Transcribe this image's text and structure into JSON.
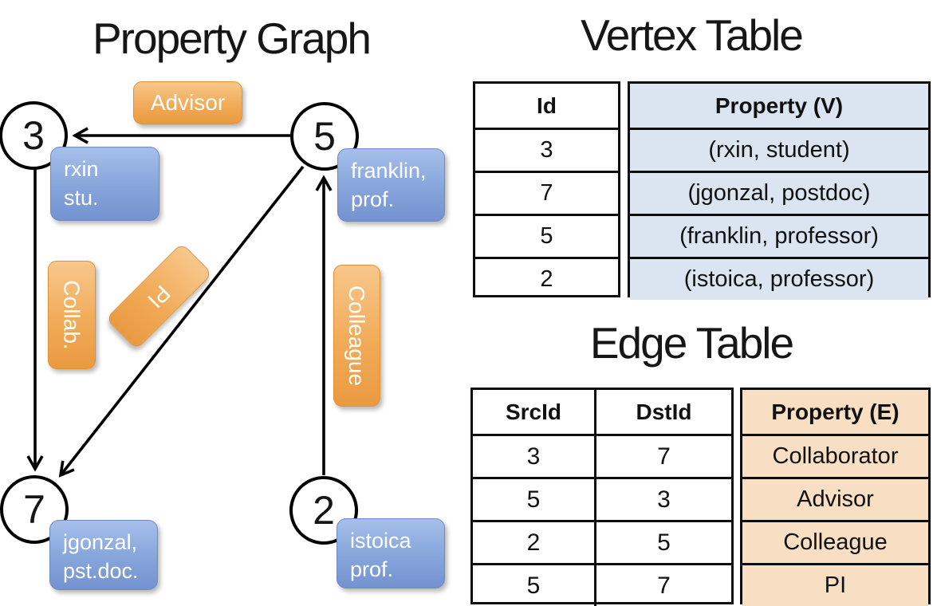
{
  "graph": {
    "title": "Property Graph",
    "nodes": [
      {
        "id": "3",
        "property_line1": "rxin",
        "property_line2": "stu."
      },
      {
        "id": "5",
        "property_line1": "franklin,",
        "property_line2": "prof."
      },
      {
        "id": "7",
        "property_line1": "jgonzal,",
        "property_line2": "pst.doc."
      },
      {
        "id": "2",
        "property_line1": "istoica",
        "property_line2": "prof."
      }
    ],
    "edges": [
      {
        "src": "5",
        "dst": "3",
        "label": "Advisor"
      },
      {
        "src": "3",
        "dst": "7",
        "label": "Collab."
      },
      {
        "src": "5",
        "dst": "7",
        "label": "PI"
      },
      {
        "src": "2",
        "dst": "5",
        "label": "Colleague"
      }
    ]
  },
  "vertex_table": {
    "title": "Vertex Table",
    "headers": {
      "id": "Id",
      "property": "Property (V)"
    },
    "rows": [
      {
        "id": "3",
        "property": "(rxin, student)"
      },
      {
        "id": "7",
        "property": "(jgonzal, postdoc)"
      },
      {
        "id": "5",
        "property": "(franklin, professor)"
      },
      {
        "id": "2",
        "property": "(istoica, professor)"
      }
    ]
  },
  "edge_table": {
    "title": "Edge Table",
    "headers": {
      "src": "SrcId",
      "dst": "DstId",
      "property": "Property (E)"
    },
    "rows": [
      {
        "src": "3",
        "dst": "7",
        "property": "Collaborator"
      },
      {
        "src": "5",
        "dst": "3",
        "property": "Advisor"
      },
      {
        "src": "2",
        "dst": "5",
        "property": "Colleague"
      },
      {
        "src": "5",
        "dst": "7",
        "property": "PI"
      }
    ]
  },
  "colors": {
    "edge_stroke": "#000000",
    "node_fill": "#ffffff",
    "vertex_label_top": "#a6c0ea",
    "vertex_label_bottom": "#7492d0",
    "vertex_label_border": "#6d89c2",
    "edge_label_top": "#f8c78c",
    "edge_label_bottom": "#ea9a41",
    "edge_label_border": "#e09134",
    "vertex_table_fill": "#dbe5f2",
    "edge_table_fill": "#f8dfc3",
    "label_text": "#ffffff"
  }
}
